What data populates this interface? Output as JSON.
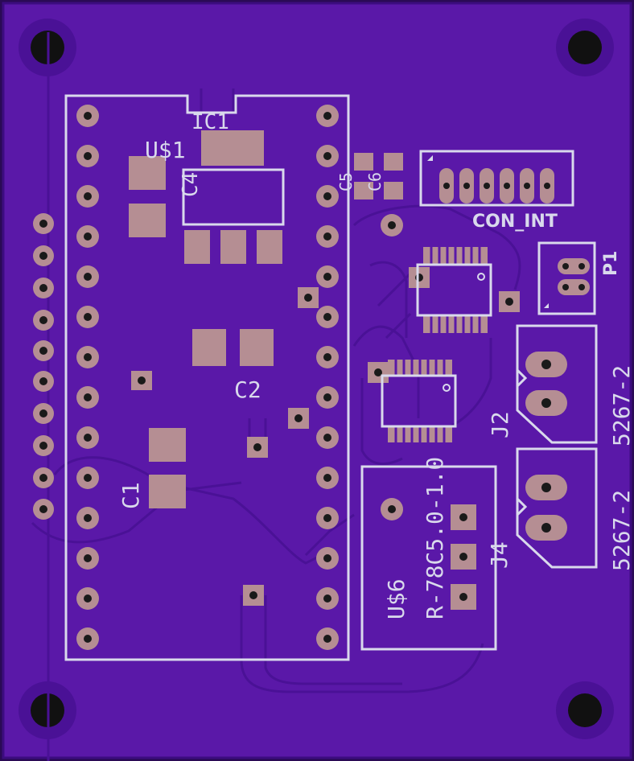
{
  "board": {
    "colors": {
      "substrate": "#2a0a55",
      "copper": "#5a18a8",
      "copper_edge": "#4a1196",
      "trace": "#5e1cae",
      "pad": "#b58e93",
      "hole": "#1a1a1a",
      "silkscreen": "#d9d9ec"
    }
  },
  "labels": {
    "ic1": "IC1",
    "us1": "U$1",
    "c4": "C4",
    "c5": "C5",
    "c6": "C6",
    "con_int": "CON_INT",
    "p1": "P1",
    "c2": "C2",
    "c1": "C1",
    "j2": "J2",
    "j2_part": "5267-2",
    "j4_part": "5267-2",
    "us6": "U$6",
    "us6_part": "R-78C5.0-1.0",
    "j4": "J4"
  },
  "icons": {
    "mount": "mounting-hole-icon",
    "pin": "through-hole-pad-icon",
    "smd": "smd-pad-icon"
  }
}
